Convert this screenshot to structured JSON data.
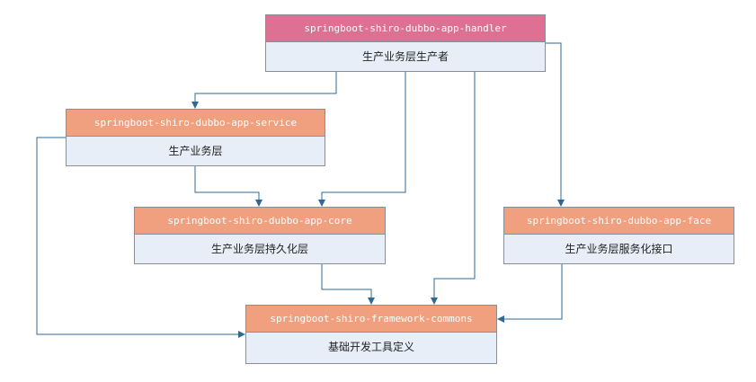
{
  "colors": {
    "handler_header": "#de7094",
    "module_header": "#f0a07f",
    "node_body": "#e8eef7",
    "connector": "#2e6a96"
  },
  "nodes": {
    "handler": {
      "name": "springboot-shiro-dubbo-app-handler",
      "desc": "生产业务层生产者"
    },
    "service": {
      "name": "springboot-shiro-dubbo-app-service",
      "desc": "生产业务层"
    },
    "core": {
      "name": "springboot-shiro-dubbo-app-core",
      "desc": "生产业务层持久化层"
    },
    "face": {
      "name": "springboot-shiro-dubbo-app-face",
      "desc": "生产业务层服务化接口"
    },
    "commons": {
      "name": "springboot-shiro-framework-commons",
      "desc": "基础开发工具定义"
    }
  },
  "edges": [
    {
      "from": "handler",
      "to": "service"
    },
    {
      "from": "handler",
      "to": "core"
    },
    {
      "from": "handler",
      "to": "commons"
    },
    {
      "from": "handler",
      "to": "face"
    },
    {
      "from": "service",
      "to": "core"
    },
    {
      "from": "service",
      "to": "commons"
    },
    {
      "from": "core",
      "to": "commons"
    },
    {
      "from": "face",
      "to": "commons"
    }
  ]
}
